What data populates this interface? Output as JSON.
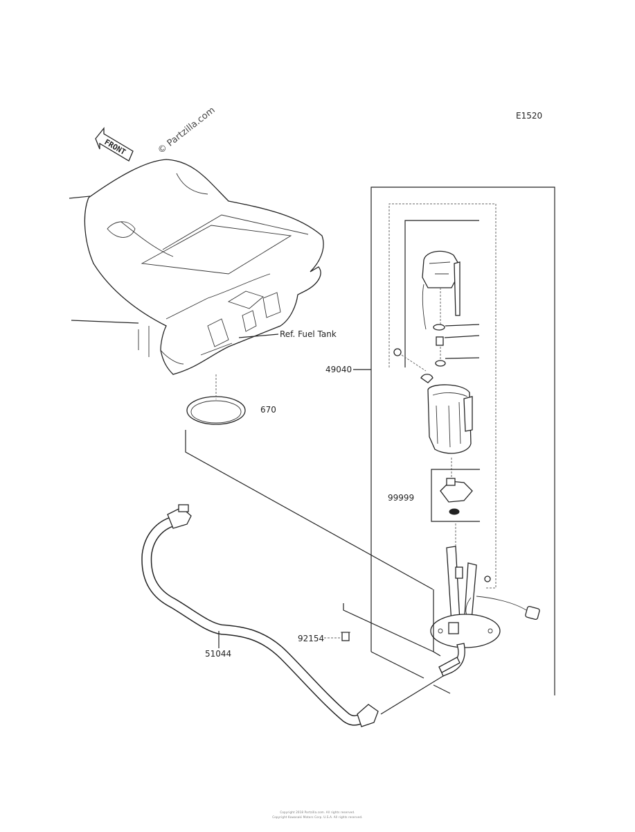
{
  "diagram_code": "E1520",
  "watermark": "© Partzilla.com",
  "front_arrow": "FRONT",
  "labels": {
    "ref_fuel_tank": "Ref. Fuel Tank",
    "part_670": "670",
    "part_49040": "49040",
    "part_99999": "99999",
    "part_92154": "92154",
    "part_51044": "51044"
  },
  "footer": {
    "line1": "Copyright 2018 Partzilla.com. All rights reserved.",
    "line2": "Copyright Kawasaki Motors Corp. U.S.A. All rights reserved."
  }
}
